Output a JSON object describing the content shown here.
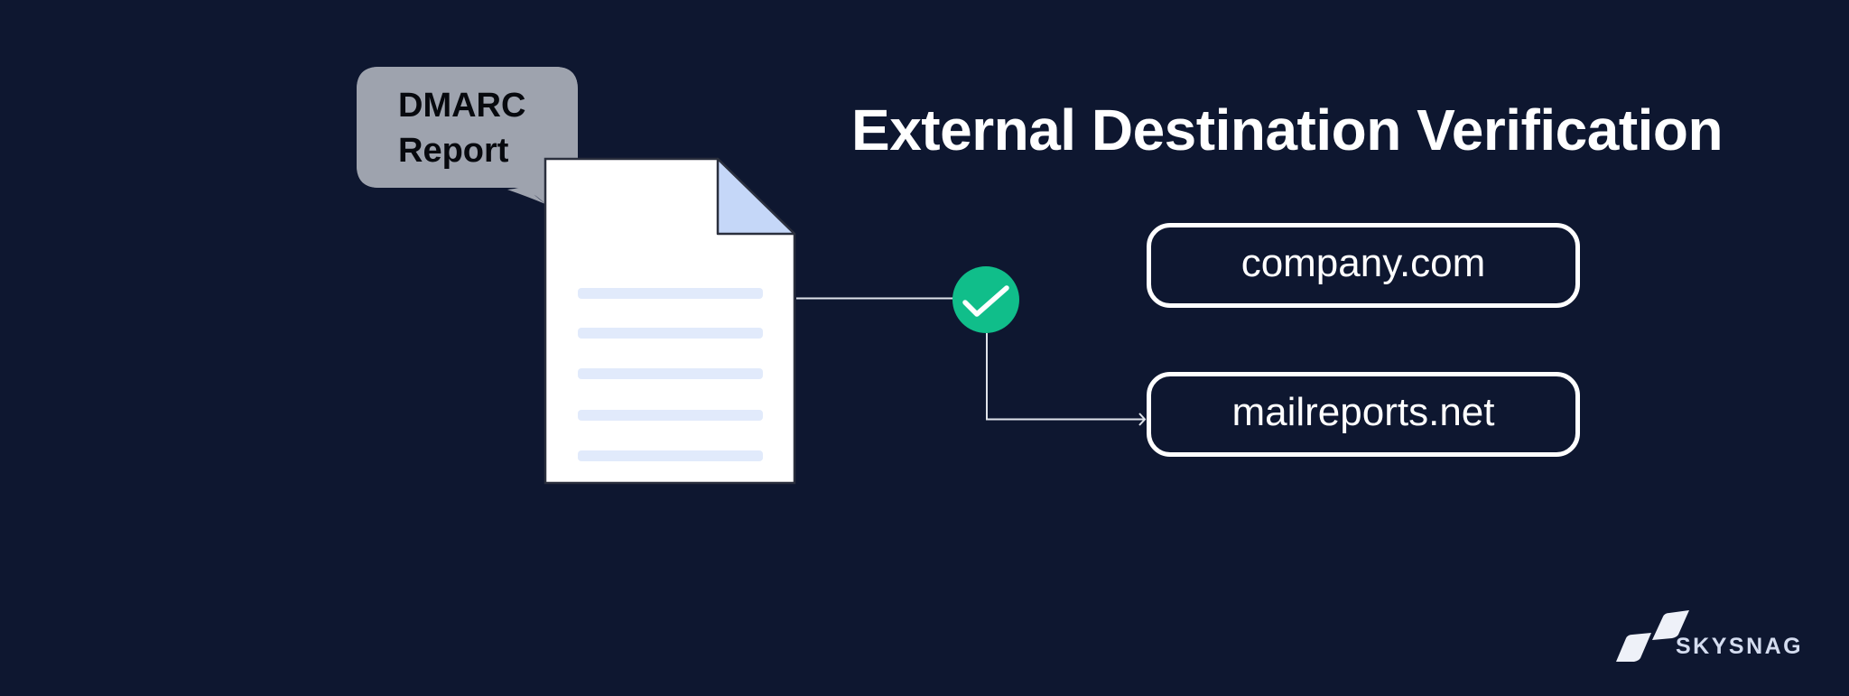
{
  "background_color": "#0e1730",
  "bubble": {
    "line1": "DMARC",
    "line2": "Report",
    "color": "#9ea3ae"
  },
  "document": {
    "icon": "document-icon",
    "page_color": "#ffffff",
    "fold_color": "#c5d7f8",
    "line_color": "#e1eafb",
    "line_count": 5
  },
  "title": "External Destination Verification",
  "verification": {
    "icon": "check-circle-icon",
    "color": "#10be8a"
  },
  "destinations": [
    {
      "label": "company.com"
    },
    {
      "label": "mailreports.net"
    }
  ],
  "logo": {
    "icon": "skysnag-logo-icon",
    "text": "SKYSNAG"
  }
}
